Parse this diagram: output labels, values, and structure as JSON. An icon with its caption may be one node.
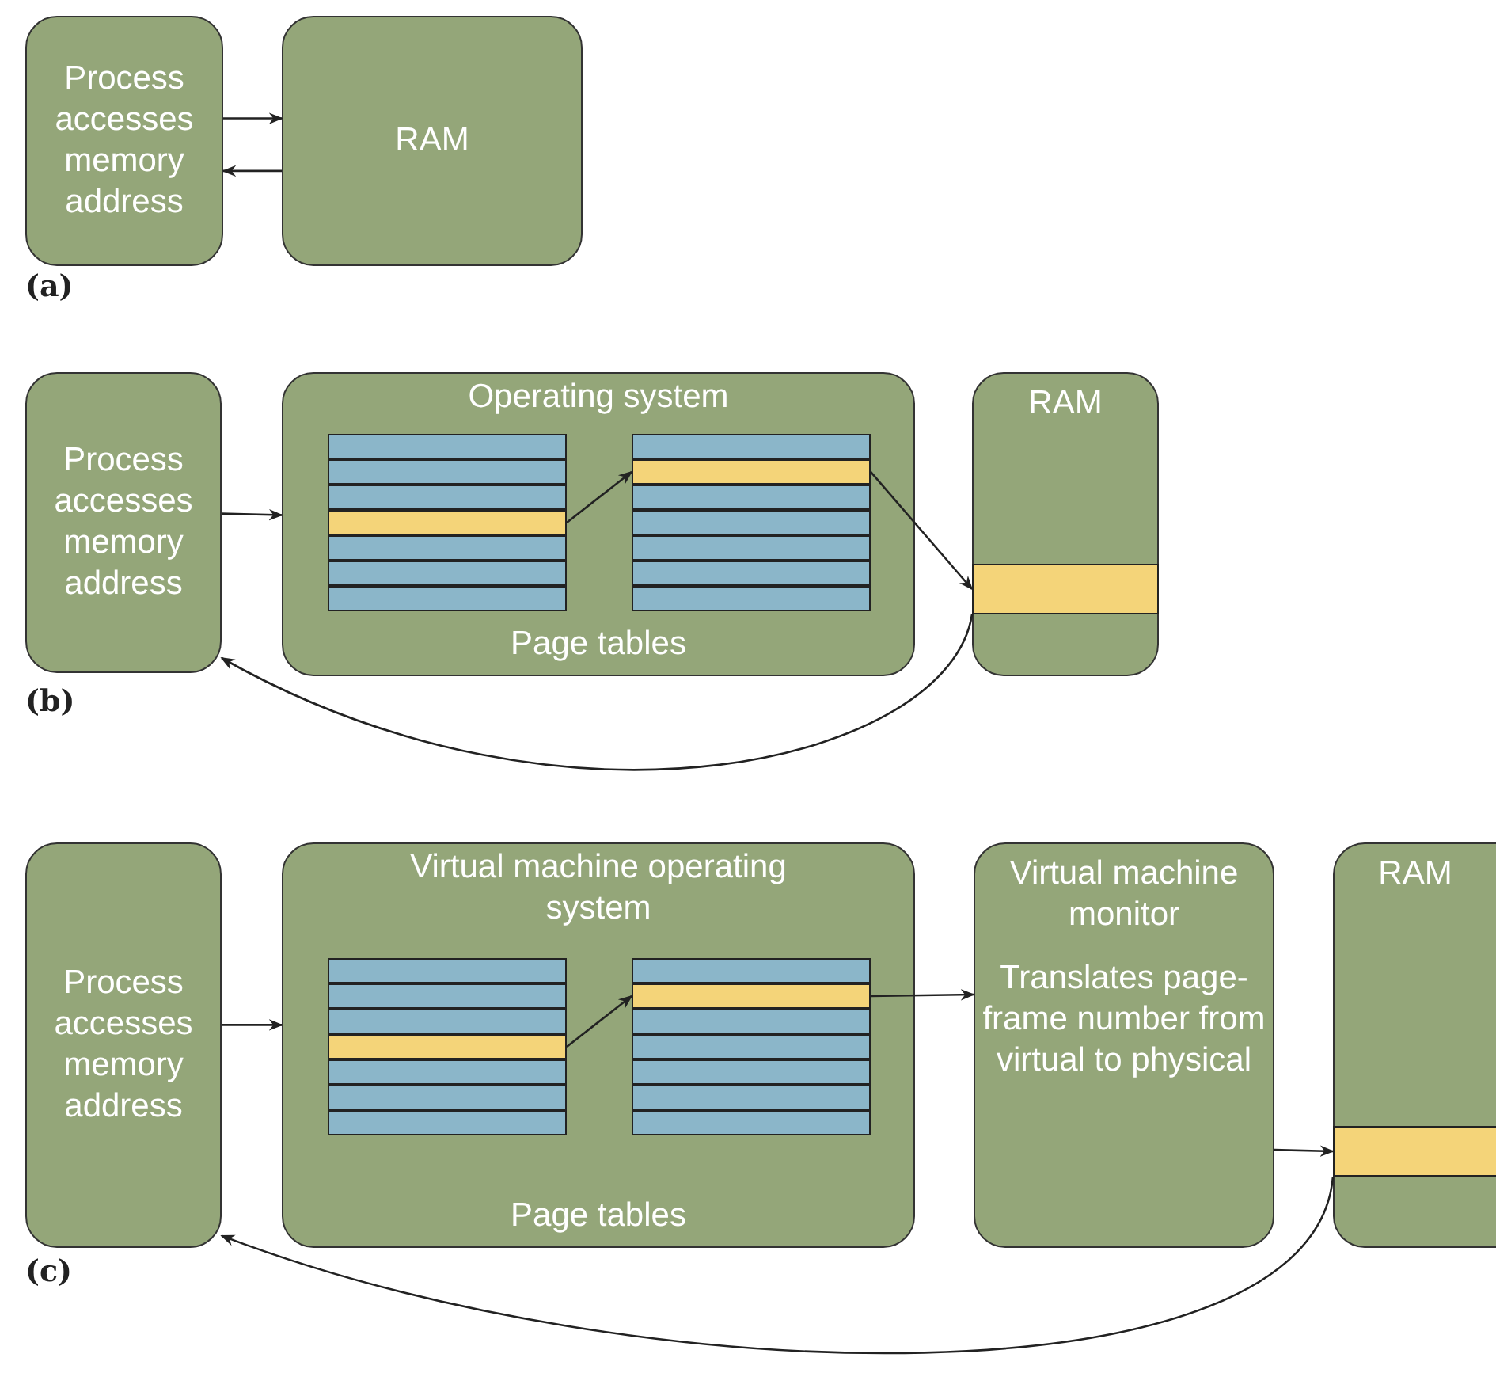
{
  "diagram": {
    "nodes": [
      {
        "text": [
          "Process accesses memory address"
        ]
      },
      {
        "text": [
          "RAM"
        ]
      },
      {
        "text": [
          "Process accesses memory address"
        ]
      },
      {
        "text": [
          "Operating system",
          "Page tables"
        ]
      },
      {
        "text": [],
        "shape": "box",
        "in": 3
      },
      {
        "text": [],
        "shape": "box",
        "in": 3
      },
      {
        "text": [
          "RAM"
        ]
      },
      {
        "text": [],
        "shape": "bar",
        "in": 6
      },
      {
        "text": [
          "Process accesses memory address"
        ]
      },
      {
        "text": [
          "Virtual machine operating system",
          "Page tables"
        ]
      },
      {
        "text": [],
        "shape": "box",
        "in": 9
      },
      {
        "text": [],
        "shape": "box",
        "in": 9
      },
      {
        "text": [
          "Virtual machine monitor",
          "Translates page-frame number from virtual to physical"
        ]
      },
      {
        "text": [
          "RAM"
        ]
      },
      {
        "text": [],
        "shape": "bar",
        "in": 13
      }
    ],
    "edges": [
      {
        "from": 0,
        "to": 1,
        "arrow": "to"
      },
      {
        "from": 1,
        "to": 0,
        "arrow": "to"
      },
      {
        "from": 2,
        "to": 3,
        "arrow": "to"
      },
      {
        "from": 4,
        "to": 5,
        "arrow": "to"
      },
      {
        "from": 5,
        "to": 7,
        "arrow": "to"
      },
      {
        "from": 7,
        "to": 2,
        "arrow": "to"
      },
      {
        "from": 8,
        "to": 9,
        "arrow": "to"
      },
      {
        "from": 10,
        "to": 11,
        "arrow": "to"
      },
      {
        "from": 11,
        "to": 12,
        "arrow": "to"
      },
      {
        "from": 12,
        "to": 14,
        "arrow": "to"
      },
      {
        "from": 14,
        "to": 8,
        "arrow": "to"
      }
    ],
    "labels": [
      "(a)",
      "(b)",
      "(c)"
    ]
  }
}
